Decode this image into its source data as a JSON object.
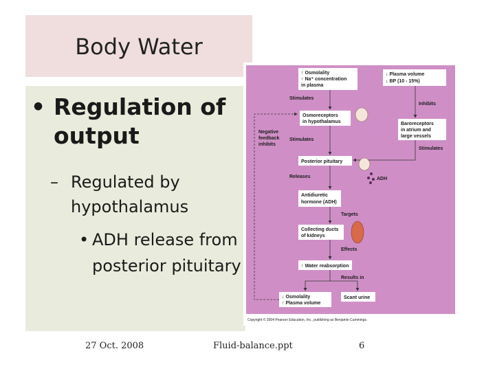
{
  "slide": {
    "title": "Body Water",
    "bullet1": "Regulation of output",
    "bullet2": "Regulated by hypothalamus",
    "bullet3": "ADH release from posterior pituitary",
    "bullet_symbol": "•",
    "dash_symbol": "–"
  },
  "figure": {
    "box_osmolality": [
      "↑ Osmolality",
      "↑ Na⁺ concentration",
      "in plasma"
    ],
    "box_plasma_volume": [
      "↓ Plasma volume",
      "↓ BP (10 - 15%)"
    ],
    "stimulates_1": "Stimulates",
    "inhibits": "Inhibits",
    "box_osmoreceptors": [
      "Osmoreceptors",
      "in hypothalamus"
    ],
    "negative_feedback": [
      "Negative",
      "feedback",
      "inhibits"
    ],
    "box_baroreceptors": [
      "Baroreceptors",
      "in atrium and",
      "large vessels"
    ],
    "stimulates_2": "Stimulates",
    "stimulates_3": "Stimulates",
    "box_posterior_pituitary": "Posterior pituitary",
    "adh_label": "ADH",
    "releases": "Releases",
    "box_adh": [
      "Antidiuretic",
      "hormone (ADH)"
    ],
    "targets": "Targets",
    "box_collecting_ducts": [
      "Collecting ducts",
      "of kidneys"
    ],
    "effects": "Effects",
    "box_water_reabsorption": "↑ Water reabsorption",
    "results_in": "Results in",
    "box_final_osmolality": [
      "↓ Osmolality",
      "↑ Plasma volume"
    ],
    "box_scant_urine": "Scant urine",
    "copyright": "Copyright © 2004 Pearson Education, Inc., publishing as Benjamin Cummings.",
    "colors": {
      "background": "#cf8fc6",
      "box": "#ffffff",
      "arrow": "#333333"
    }
  },
  "footer": {
    "date": "27 Oct. 2008",
    "file": "Fluid-balance.ppt",
    "page": "6"
  }
}
